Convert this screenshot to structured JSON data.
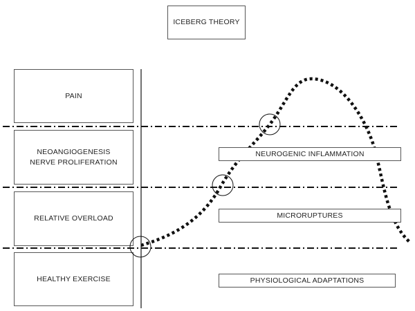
{
  "title": "ICEBERG THEORY",
  "stages": [
    {
      "lines": [
        "PAIN"
      ]
    },
    {
      "lines": [
        "NEOANGIOGENESIS",
        "NERVE PROLIFERATION"
      ]
    },
    {
      "lines": [
        "RELATIVE OVERLOAD"
      ]
    },
    {
      "lines": [
        "HEALTHY EXERCISE"
      ]
    }
  ],
  "responses": [
    "NEUROGENIC INFLAMMATION",
    "MICRORUPTURES",
    "PHYSIOLOGICAL ADAPTATIONS"
  ]
}
